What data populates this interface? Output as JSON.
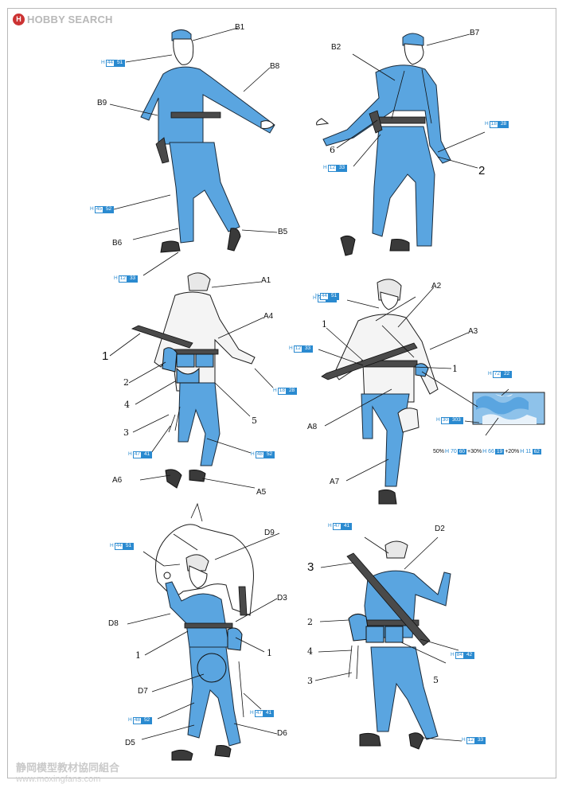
{
  "logo": {
    "badge": "H",
    "text": "HOBBY SEARCH"
  },
  "colors": {
    "uniform": "#5aa5e0",
    "uniform_dark": "#3b83c2",
    "ink": "#111111",
    "paint_chip": "#2a8ad0",
    "gear": "#3a3a3a"
  },
  "labels": {
    "b1": "B1",
    "b2": "B2",
    "b5": "B5",
    "b6": "B6",
    "b7": "B7",
    "b8": "B8",
    "b9": "B9",
    "a1": "A1",
    "a2": "A2",
    "a3": "A3",
    "a4": "A4",
    "a5": "A5",
    "a6": "A6",
    "a7": "A7",
    "a8": "A8",
    "d2": "D2",
    "d3": "D3",
    "d5": "D5",
    "d6": "D6",
    "d7": "D7",
    "d8": "D8",
    "d9": "D9"
  },
  "numbers": {
    "n6": "6",
    "n2_top": "2",
    "a_n1": "1",
    "a_n2": "2",
    "a_n3": "3",
    "a_n4": "4",
    "a_n5": "5",
    "a8_n1": "1",
    "a8_n1b": "1",
    "d_n1": "1",
    "d_n1b": "1",
    "e_n3": "3",
    "e_n2": "2",
    "e_n4": "4",
    "e_n3b": "3",
    "e_n5": "5"
  },
  "paints": [
    {
      "prefix": "H",
      "code": "44",
      "num": "51"
    },
    {
      "prefix": "H",
      "code": "45",
      "num": "52"
    },
    {
      "prefix": "H",
      "code": "12",
      "num": "33"
    },
    {
      "prefix": "H",
      "code": "12",
      "num": "33"
    },
    {
      "prefix": "H",
      "code": "18",
      "num": "28"
    },
    {
      "prefix": "H",
      "code": "44",
      "num": "51"
    },
    {
      "prefix": "H",
      "code": "18",
      "num": "28"
    },
    {
      "prefix": "H",
      "code": "47",
      "num": "41"
    },
    {
      "prefix": "H",
      "code": "48",
      "num": "52"
    },
    {
      "prefix": "H",
      "code": "44",
      "num": "51"
    },
    {
      "prefix": "H",
      "code": "12",
      "num": "33"
    },
    {
      "prefix": "H",
      "code": "72",
      "num": "22"
    },
    {
      "prefix": "H",
      "code": "30",
      "num": "303"
    },
    {
      "prefix": "H",
      "code": "44",
      "num": "51"
    },
    {
      "prefix": "H",
      "code": "47",
      "num": "41"
    },
    {
      "prefix": "H",
      "code": "48",
      "num": "52"
    },
    {
      "prefix": "H",
      "code": "47",
      "num": "41"
    },
    {
      "prefix": "H",
      "code": "84",
      "num": "42"
    },
    {
      "prefix": "H",
      "code": "12",
      "num": "33"
    }
  ],
  "camo_mix": {
    "p1": "50%",
    "c1": "H 70",
    "n1": "60",
    "p2": "+30%",
    "c2": "H 66",
    "n2": "19",
    "p3": "+20%",
    "c3": "H 11",
    "n3": "62"
  },
  "watermark": {
    "line1": "静岡模型教材協同組合",
    "line2": "www.moxingfans.com"
  }
}
